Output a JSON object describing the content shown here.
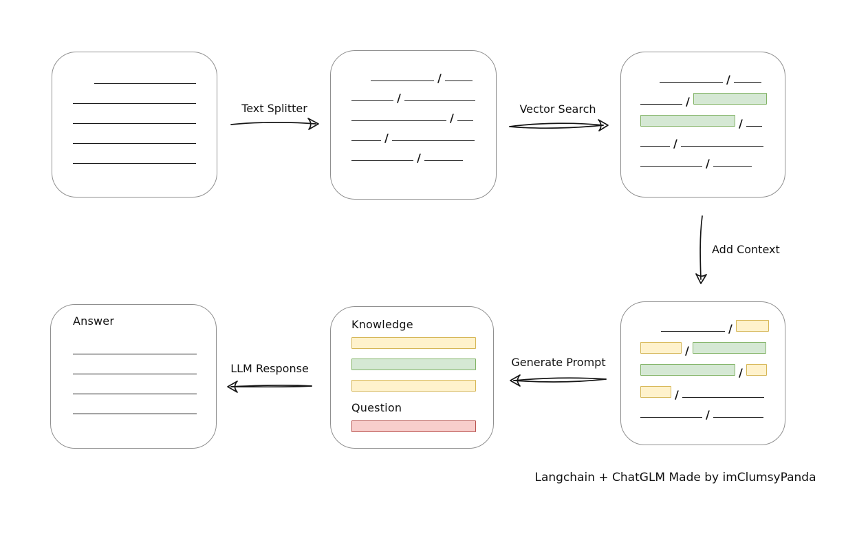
{
  "canvas": {
    "background": "#ffffff"
  },
  "colors": {
    "box_border": "#8f8f8f",
    "line": "#161616",
    "green_fill": "#d5e8d4",
    "green_border": "#82b366",
    "yellow_fill": "#fff2cc",
    "yellow_border": "#d6b656",
    "red_fill": "#f8cecc",
    "red_border": "#b85450"
  },
  "glyphs": {
    "separator": "/"
  },
  "arrows": {
    "text_splitter": "Text Splitter",
    "vector_search": "Vector Search",
    "add_context": "Add Context",
    "generate_prompt": "Generate Prompt",
    "llm_response": "LLM Response"
  },
  "caption": "Langchain + ChatGLM Made by imClumsyPanda",
  "boxes": {
    "document": {
      "rows": [
        {
          "items": [
            {
              "t": "line",
              "w": 149,
              "indent": 31
            }
          ]
        },
        {
          "items": [
            {
              "t": "line",
              "w": 180
            }
          ]
        },
        {
          "items": [
            {
              "t": "line",
              "w": 180
            }
          ]
        },
        {
          "items": [
            {
              "t": "line",
              "w": 180
            }
          ]
        },
        {
          "items": [
            {
              "t": "line",
              "w": 180
            }
          ]
        }
      ]
    },
    "chunks": {
      "rows": [
        {
          "items": [
            {
              "t": "line",
              "w": 92,
              "indent": 28
            },
            {
              "t": "slash"
            },
            {
              "t": "line",
              "w": 40
            }
          ]
        },
        {
          "items": [
            {
              "t": "line",
              "w": 61
            },
            {
              "t": "slash"
            },
            {
              "t": "line",
              "w": 103
            }
          ]
        },
        {
          "items": [
            {
              "t": "line",
              "w": 138
            },
            {
              "t": "slash"
            },
            {
              "t": "line",
              "w": 23
            }
          ]
        },
        {
          "items": [
            {
              "t": "line",
              "w": 43
            },
            {
              "t": "slash"
            },
            {
              "t": "line",
              "w": 120
            }
          ]
        },
        {
          "items": [
            {
              "t": "line",
              "w": 90
            },
            {
              "t": "slash"
            },
            {
              "t": "line",
              "w": 56
            }
          ]
        }
      ]
    },
    "vector": {
      "rows": [
        {
          "items": [
            {
              "t": "line",
              "w": 92,
              "indent": 28
            },
            {
              "t": "slash"
            },
            {
              "t": "line",
              "w": 40
            }
          ]
        },
        {
          "items": [
            {
              "t": "line",
              "w": 61
            },
            {
              "t": "slash"
            },
            {
              "t": "bar",
              "c": "green",
              "w": 107
            }
          ]
        },
        {
          "items": [
            {
              "t": "bar",
              "c": "green",
              "w": 138
            },
            {
              "t": "slash"
            },
            {
              "t": "line",
              "w": 23
            }
          ]
        },
        {
          "items": [
            {
              "t": "line",
              "w": 43
            },
            {
              "t": "slash"
            },
            {
              "t": "line",
              "w": 120
            }
          ]
        },
        {
          "items": [
            {
              "t": "line",
              "w": 90
            },
            {
              "t": "slash"
            },
            {
              "t": "line",
              "w": 56
            }
          ]
        }
      ]
    },
    "context": {
      "rows": [
        {
          "items": [
            {
              "t": "line",
              "w": 93,
              "indent": 30
            },
            {
              "t": "slash"
            },
            {
              "t": "bar",
              "c": "yellow",
              "w": 48
            }
          ]
        },
        {
          "items": [
            {
              "t": "bar",
              "c": "yellow",
              "w": 60
            },
            {
              "t": "slash"
            },
            {
              "t": "bar",
              "c": "green",
              "w": 107
            }
          ]
        },
        {
          "items": [
            {
              "t": "bar",
              "c": "green",
              "w": 138
            },
            {
              "t": "slash"
            },
            {
              "t": "bar",
              "c": "yellow",
              "w": 30
            }
          ]
        },
        {
          "items": [
            {
              "t": "bar",
              "c": "yellow",
              "w": 45
            },
            {
              "t": "slash"
            },
            {
              "t": "line",
              "w": 119
            }
          ]
        },
        {
          "items": [
            {
              "t": "line",
              "w": 90
            },
            {
              "t": "slash"
            },
            {
              "t": "line",
              "w": 73
            }
          ]
        }
      ]
    },
    "prompt": {
      "rows": [
        {
          "items": [
            {
              "t": "heading",
              "key": "knowledge",
              "text": "Knowledge"
            }
          ]
        },
        {
          "items": [
            {
              "t": "bar",
              "c": "yellow",
              "w": 183
            }
          ]
        },
        {
          "items": [
            {
              "t": "bar",
              "c": "green",
              "w": 183
            }
          ]
        },
        {
          "items": [
            {
              "t": "bar",
              "c": "yellow",
              "w": 183
            }
          ]
        },
        {
          "items": [
            {
              "t": "heading",
              "key": "question",
              "text": "Question"
            }
          ]
        },
        {
          "items": [
            {
              "t": "bar",
              "c": "red",
              "w": 183
            }
          ]
        }
      ]
    },
    "answer": {
      "rows": [
        {
          "items": [
            {
              "t": "heading",
              "key": "answer",
              "text": "Answer"
            }
          ]
        },
        {
          "items": [
            {
              "t": "line",
              "w": 180
            }
          ]
        },
        {
          "items": [
            {
              "t": "line",
              "w": 180
            }
          ]
        },
        {
          "items": [
            {
              "t": "line",
              "w": 180
            }
          ]
        },
        {
          "items": [
            {
              "t": "line",
              "w": 180
            }
          ]
        }
      ]
    }
  }
}
